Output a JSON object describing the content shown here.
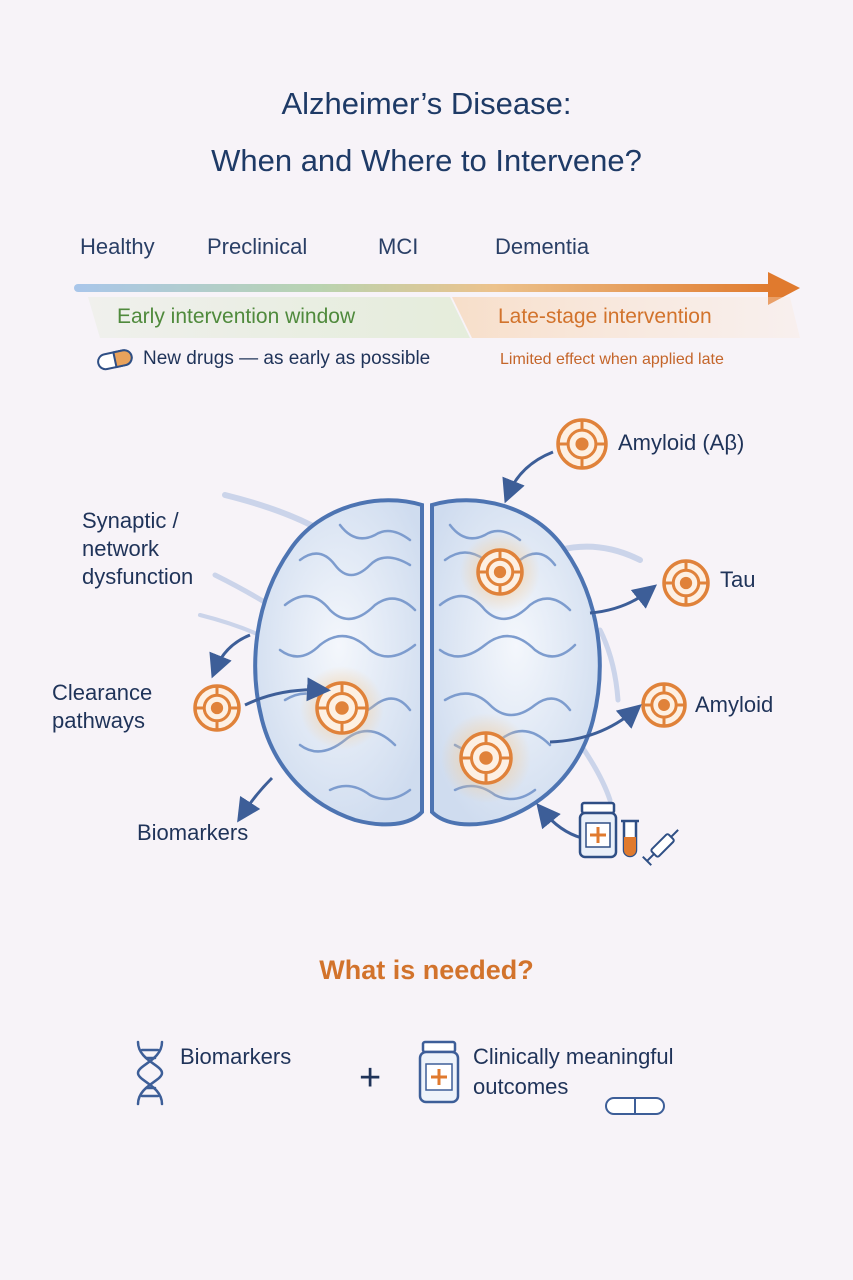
{
  "title": {
    "line1": "Alzheimer’s Disease:",
    "line2": "When and Where to Intervene?"
  },
  "timeline": {
    "stages": [
      "Healthy",
      "Preclinical",
      "MCI",
      "Dementia"
    ],
    "early_window": "Early intervention window",
    "late_window": "Late-stage intervention",
    "early_note": "New drugs — as early as possible",
    "late_note": "Limited effect when applied late",
    "colors": {
      "early": "#4f8a3c",
      "late": "#d2732c",
      "arrow": "#e07a2e",
      "start": "#a9c6ea"
    }
  },
  "brain": {
    "targets": {
      "amyloid_beta": "Amyloid (Aβ)",
      "tau": "Tau",
      "amyloid": "Amyloid",
      "synaptic": [
        "Synaptic /",
        "network",
        "dysfunction"
      ],
      "clearance": [
        "Clearance",
        "pathways"
      ],
      "biomarkers": "Biomarkers"
    },
    "colors": {
      "brain_fill": "#e4ecf7",
      "brain_stroke": "#4d74b2",
      "target": "#e0823a",
      "arrow": "#3d5e98"
    }
  },
  "needed": {
    "title": "What is needed?",
    "biomarkers": "Biomarkers",
    "plus": "+",
    "outcomes": [
      "Clinically meaningful",
      "outcomes"
    ]
  },
  "icons": [
    "pill-icon",
    "target-icon",
    "dna-icon",
    "medicine-bottle-icon",
    "test-tube-icon",
    "syringe-icon",
    "capsule-icon"
  ]
}
